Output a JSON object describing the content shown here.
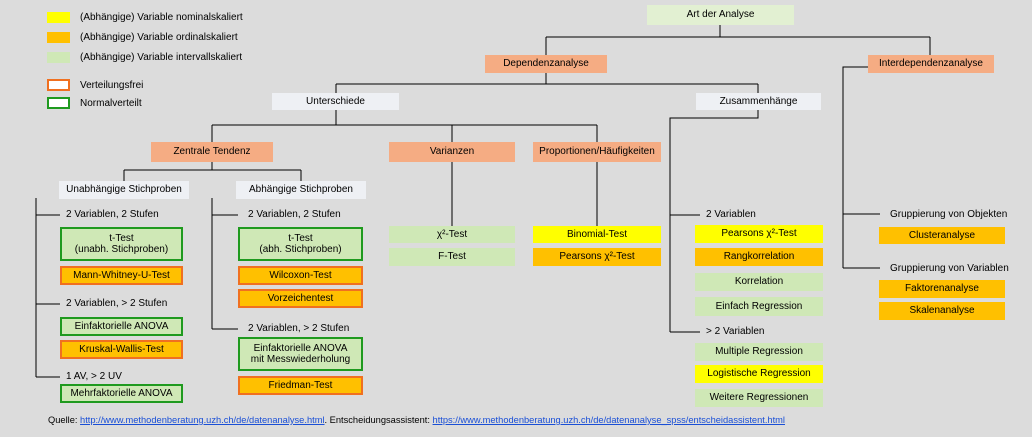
{
  "colors": {
    "nominal": "#ffff00",
    "ordinal": "#ffc000",
    "interval": "#cfe8b6",
    "group_node": "#f5ac83",
    "sub_node": "#eef0f4",
    "border_free": "#f07020",
    "border_normal": "#1f9a1f"
  },
  "legend": {
    "nominal": "(Abhängige) Variable nominalskaliert",
    "ordinal": "(Abhängige) Variable ordinalskaliert",
    "interval": "(Abhängige) Variable intervallskaliert",
    "free": "Verteilungsfrei",
    "normal": "Normalverteilt"
  },
  "tree": {
    "root": "Art der Analyse",
    "dependenz": "Dependenzanalyse",
    "interdependenz": "Interdependenzanalyse",
    "unterschiede": "Unterschiede",
    "zusammenhaenge": "Zusammenhänge",
    "zentrale_tendenz": "Zentrale Tendenz",
    "varianzen": "Varianzen",
    "proportionen": "Proportionen/Häufigkeiten",
    "unabhaengig": "Unabhängige Stichproben",
    "abhaengig": "Abhängige Stichproben"
  },
  "unabhaengig": {
    "g1": "2 Variablen, 2 Stufen",
    "ttest": [
      "t-Test",
      "(unabh. Stichproben)"
    ],
    "mann": "Mann-Whitney-U-Test",
    "g2": "2 Variablen, > 2 Stufen",
    "anova": "Einfaktorielle ANOVA",
    "kruskal": "Kruskal-Wallis-Test",
    "g3": "1 AV, > 2 UV",
    "mehr": "Mehrfaktorielle ANOVA"
  },
  "abhaengig": {
    "g1": "2 Variablen, 2 Stufen",
    "ttest": [
      "t-Test",
      "(abh. Stichproben)"
    ],
    "wilcoxon": "Wilcoxon-Test",
    "vorzeichen": "Vorzeichentest",
    "g2": "2 Variablen, > 2 Stufen",
    "anova": [
      "Einfaktorielle ANOVA",
      "mit Messwiederholung"
    ],
    "friedman": "Friedman-Test"
  },
  "varianzen": {
    "chi": "χ²-Test",
    "f": "F-Test"
  },
  "proportionen": {
    "binomial": "Binomial-Test",
    "pearson": "Pearsons χ²-Test"
  },
  "zusammenhaenge": {
    "g1": "2 Variablen",
    "pearson": "Pearsons χ²-Test",
    "rang": "Rangkorrelation",
    "korr": "Korrelation",
    "einfach": "Einfach Regression",
    "g2": "> 2 Variablen",
    "multiple": "Multiple Regression",
    "logistisch": "Logistische Regression",
    "weitere": "Weitere Regressionen"
  },
  "interdependenz": {
    "g1": "Gruppierung von Objekten",
    "cluster": "Clusteranalyse",
    "g2": "Gruppierung von Variablen",
    "faktor": "Faktorenanalyse",
    "skalen": "Skalenanalyse"
  },
  "source": {
    "prefix": "Quelle: ",
    "link1": "http://www.methodenberatung.uzh.ch/de/datenanalyse.html",
    "middle": ". Entscheidungsassistent: ",
    "link2": "https://www.methodenberatung.uzh.ch/de/datenanalyse_spss/entscheidassistent.html"
  }
}
